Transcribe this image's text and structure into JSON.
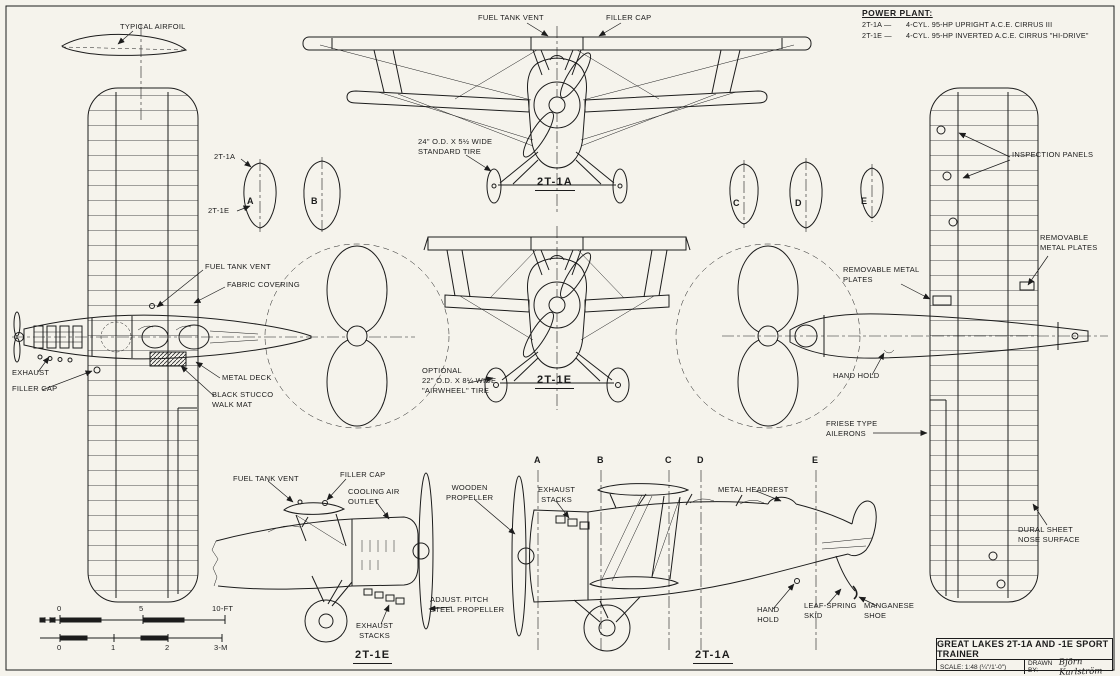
{
  "sheet": {
    "bg": "#f5f3ec",
    "ink": "#1c1c1c"
  },
  "power_plant": {
    "heading": "POWER PLANT:",
    "rows": [
      {
        "model": "2T-1A —",
        "desc": "4-CYL. 95-HP UPRIGHT  A.C.E. CIRRUS III"
      },
      {
        "model": "2T-1E —",
        "desc": "4-CYL. 95-HP INVERTED  A.C.E. CIRRUS \"HI-DRIVE\""
      }
    ]
  },
  "callouts": {
    "typical_airfoil": "TYPICAL AIRFOIL",
    "fuel_tank_vent_front": "FUEL TANK VENT",
    "filler_cap_front": "FILLER CAP",
    "station_variant_a": "2T-1A",
    "station_variant_e": "2T-1E",
    "inspection_panels": "INSPECTION PANELS",
    "removable_plates_right": "REMOVABLE\nMETAL PLATES",
    "removable_plates_left": "REMOVABLE METAL\nPLATES",
    "fuel_tank_vent_wing": "FUEL TANK VENT",
    "fabric_covering": "FABRIC COVERING",
    "standard_tire": "24\" O.D. X 5½ WIDE\nSTANDARD TIRE",
    "front_label_2t1a": "2T-1A",
    "exhaust": "EXHAUST",
    "filler_cap_wing": "FILLER CAP",
    "metal_deck": "METAL DECK",
    "walk_mat": "BLACK STUCCO\nWALK MAT",
    "hand_hold_plan": "HAND HOLD",
    "optional_tire": "OPTIONAL\n22\" O.D. X 8¼ WIDE\n\"AIRWHEEL\" TIRE",
    "front_label_2t1e": "2T-1E",
    "friese_ailerons": "FRIESE TYPE\nAILERONS",
    "fuel_tank_vent_side": "FUEL TANK VENT",
    "filler_cap_side": "FILLER CAP",
    "cooling_air_outlet": "COOLING AIR\nOUTLET",
    "wooden_propeller": "WOODEN\nPROPELLER",
    "exhaust_stacks_side": "EXHAUST\nSTACKS",
    "metal_headrest": "METAL HEADREST",
    "dural_sheet": "DURAL SHEET\nNOSE SURFACE",
    "adjustable_propeller": "ADJUST. PITCH\nSTEEL PROPELLER",
    "exhaust_stacks_2t1e": "EXHAUST\nSTACKS",
    "side_label_2t1e": "2T-1E",
    "hand_hold_side": "HAND\nHOLD",
    "leaf_spring_skid": "LEAF-SPRING\nSKID",
    "manganese_shoe": "MANGANESE\nSHOE",
    "side_label_2t1a": "2T-1A"
  },
  "stations": {
    "a": "A",
    "b": "B",
    "c": "C",
    "d": "D",
    "e": "E"
  },
  "scale_bar": {
    "ft": [
      "0",
      "5",
      "10-FT"
    ],
    "m": [
      "0",
      "1",
      "2",
      "3-M"
    ]
  },
  "title_block": {
    "title": "GREAT LAKES 2T-1A AND -1E SPORT TRAINER",
    "scale": "SCALE: 1:48 (¼\"/1'-0\")",
    "drawn_by": "DRAWN BY:",
    "signature": "Björn Karlström"
  }
}
